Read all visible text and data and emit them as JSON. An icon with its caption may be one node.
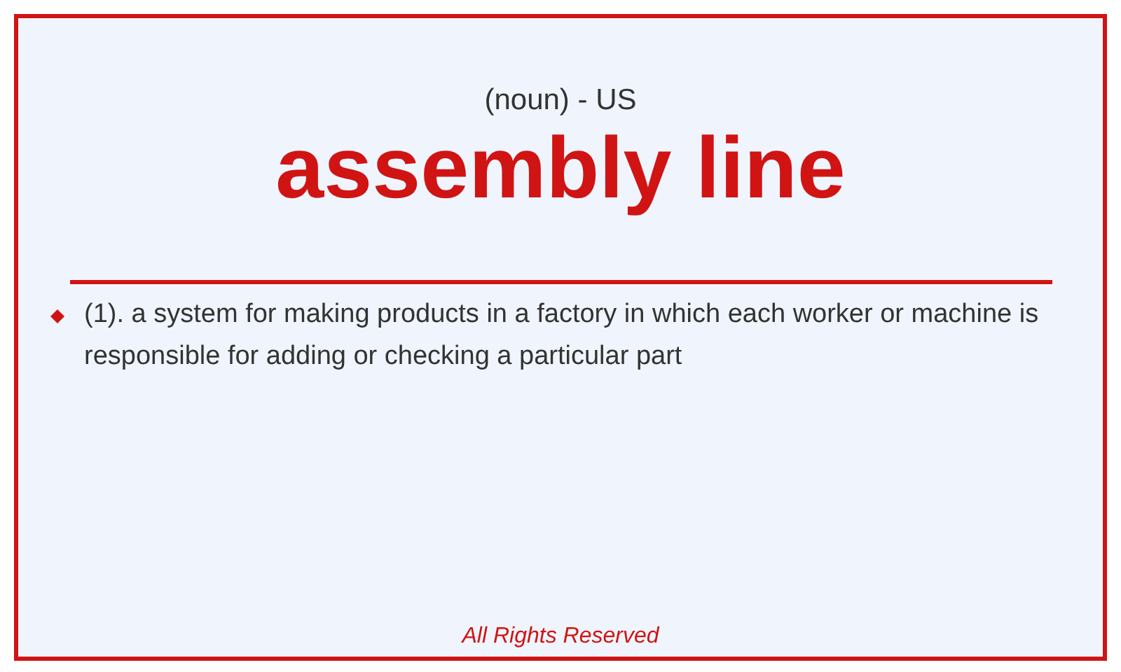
{
  "diagram": {
    "title": "assembly line",
    "labels": [
      "(noun) - US",
      "(1). a system for making products in a factory in which each worker or machine is responsible for adding or checking a particular part",
      "All Rights Reserved"
    ]
  }
}
